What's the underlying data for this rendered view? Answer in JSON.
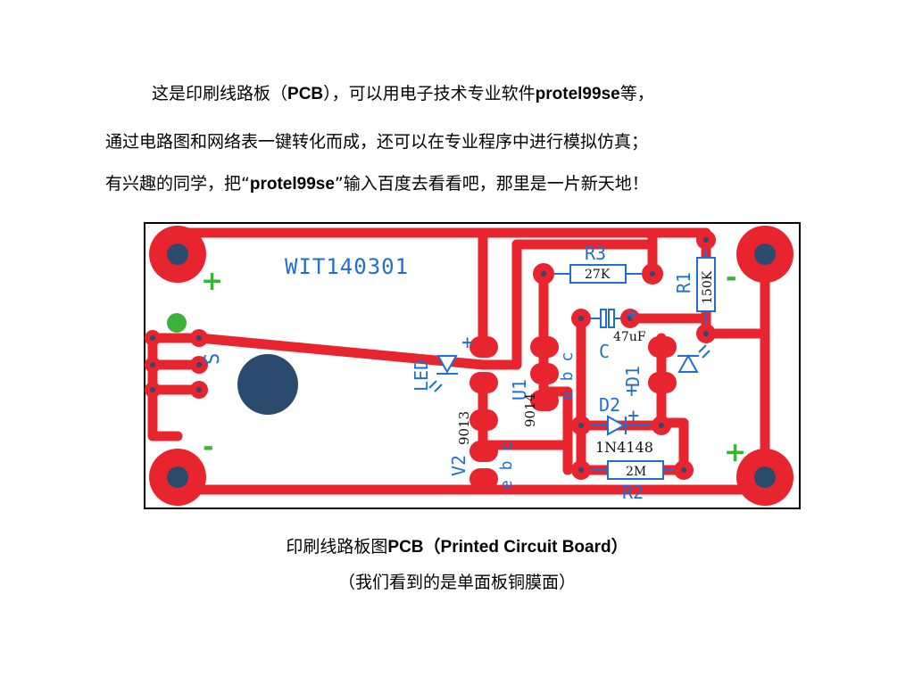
{
  "intro": {
    "line1": {
      "a": "这是印刷线路板（",
      "b": "PCB",
      "c": "），可以用电子技术专业软件",
      "d": "protel99se",
      "e": "等，"
    },
    "line2": "通过电路图和网络表一键转化而成，还可以在专业程序中进行模拟仿真；",
    "line3": {
      "a": "有兴趣的同学，把“",
      "b": "protel99se",
      "c": "”输入百度去看看吧，那里是一片新天地！"
    }
  },
  "pcb": {
    "board_id": "WIT140301",
    "labels": {
      "r3": "R3",
      "r3_val": "27K",
      "r1": "R1",
      "r1_val": "150K",
      "c": "C",
      "c_val": "47uF",
      "d1": "D1",
      "d2": "D2",
      "d2_val": "1N4148",
      "r2": "R2",
      "r2_val": "2M",
      "led": "LED",
      "s": "S",
      "u1": "U1",
      "u1_val": "9014",
      "u2": "V2",
      "u2_val": "9013",
      "ebc": "e b c",
      "plus": "+",
      "minus": "-"
    },
    "colors": {
      "copper": "#e8242e",
      "pad_hole": "#2a4a6e",
      "silkscreen": "#1f6fd0",
      "polarity": "#3bb33b",
      "board_border": "#000000"
    }
  },
  "caption": {
    "line1": {
      "a": "印刷线路板图",
      "b": "PCB（Printed Circuit Board）"
    },
    "line2": "（我们看到的是单面板铜膜面）"
  }
}
